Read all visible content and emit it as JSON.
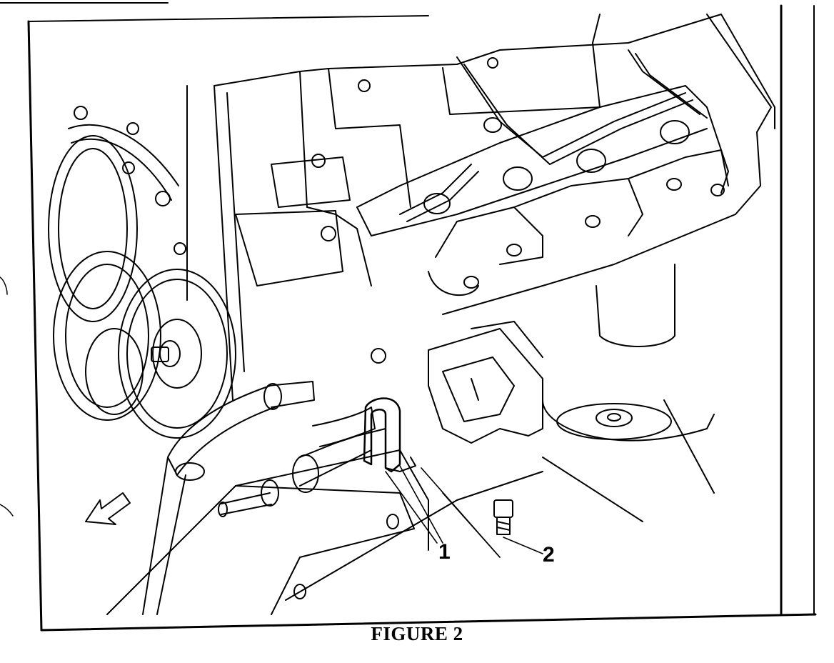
{
  "figure": {
    "caption": "FIGURE 2",
    "callouts": [
      {
        "id": "1",
        "label": "1"
      },
      {
        "id": "2",
        "label": "2"
      }
    ]
  },
  "colors": {
    "ink": "#000000",
    "paper": "#ffffff"
  }
}
